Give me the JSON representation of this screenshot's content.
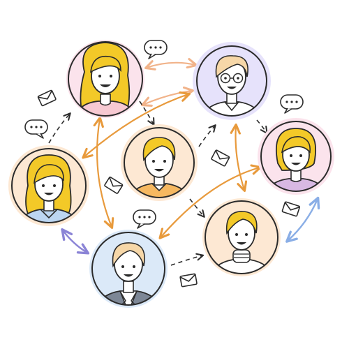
{
  "illustration": {
    "subject": "people-network",
    "palette": {
      "outline": "#2b2b2b",
      "hair_blonde": "#f3c928",
      "hair_light": "#f6d7a8",
      "skin": "#ffffff",
      "arrow_orange": "#e89a3c",
      "arrow_peach": "#f1b38a",
      "arrow_purple": "#8b84d6",
      "arrow_blue": "#8aaee6",
      "bg_pink": "#fbe3ec",
      "bg_lavender": "#e6e2fb",
      "bg_peach": "#fde8d3",
      "bg_blue": "#dbe9f8",
      "shirt_pink": "#f7c9d2",
      "shirt_orange": "#f6b860",
      "shirt_lilac": "#d8b8e3",
      "shirt_blue": "#bcd6f2",
      "suit_gray": "#7d8796"
    },
    "icons": [
      "envelope-icon",
      "speech-bubble-icon"
    ],
    "people": [
      {
        "id": "woman-long-hair"
      },
      {
        "id": "man-glasses"
      },
      {
        "id": "man-center"
      },
      {
        "id": "woman-bob"
      },
      {
        "id": "woman-left"
      },
      {
        "id": "man-turtleneck"
      },
      {
        "id": "man-suit"
      }
    ]
  }
}
